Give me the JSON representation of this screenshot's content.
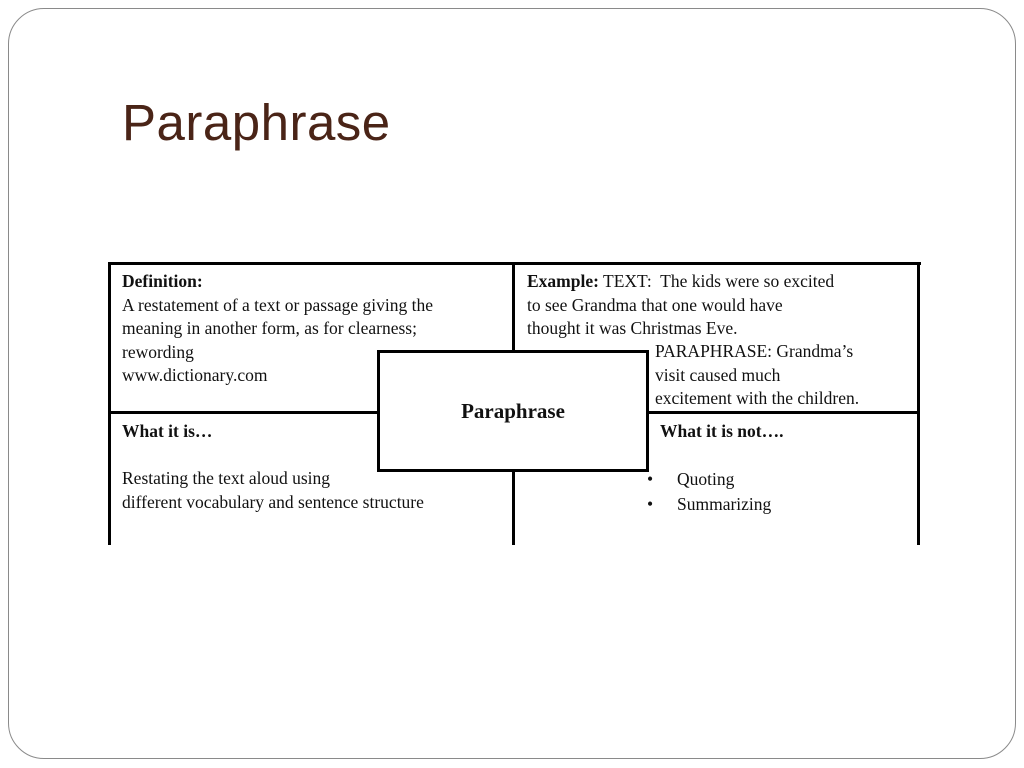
{
  "slide": {
    "title": "Paraphrase"
  },
  "frayer": {
    "center_label": "Paraphrase",
    "definition": {
      "heading": "Definition:",
      "lines": [
        "A restatement of a text or passage giving the",
        "meaning in another form, as for clearness;",
        "rewording",
        "www.dictionary.com"
      ]
    },
    "example": {
      "heading": "Example:",
      "lines": [
        " TEXT:  The kids were so excited",
        "to see Grandma that one would have",
        "thought it was Christmas Eve."
      ],
      "paraphrase_lines": [
        "PARAPHRASE: Grandma’s",
        "visit caused much",
        "excitement with the children."
      ]
    },
    "what_it_is": {
      "heading": "What it is…",
      "lines": [
        "Restating the text aloud using",
        "different vocabulary and sentence structure"
      ]
    },
    "what_it_is_not": {
      "heading": "What it is not….",
      "bullet_glyph": "•",
      "items": [
        "Quoting",
        "Summarizing"
      ]
    }
  }
}
